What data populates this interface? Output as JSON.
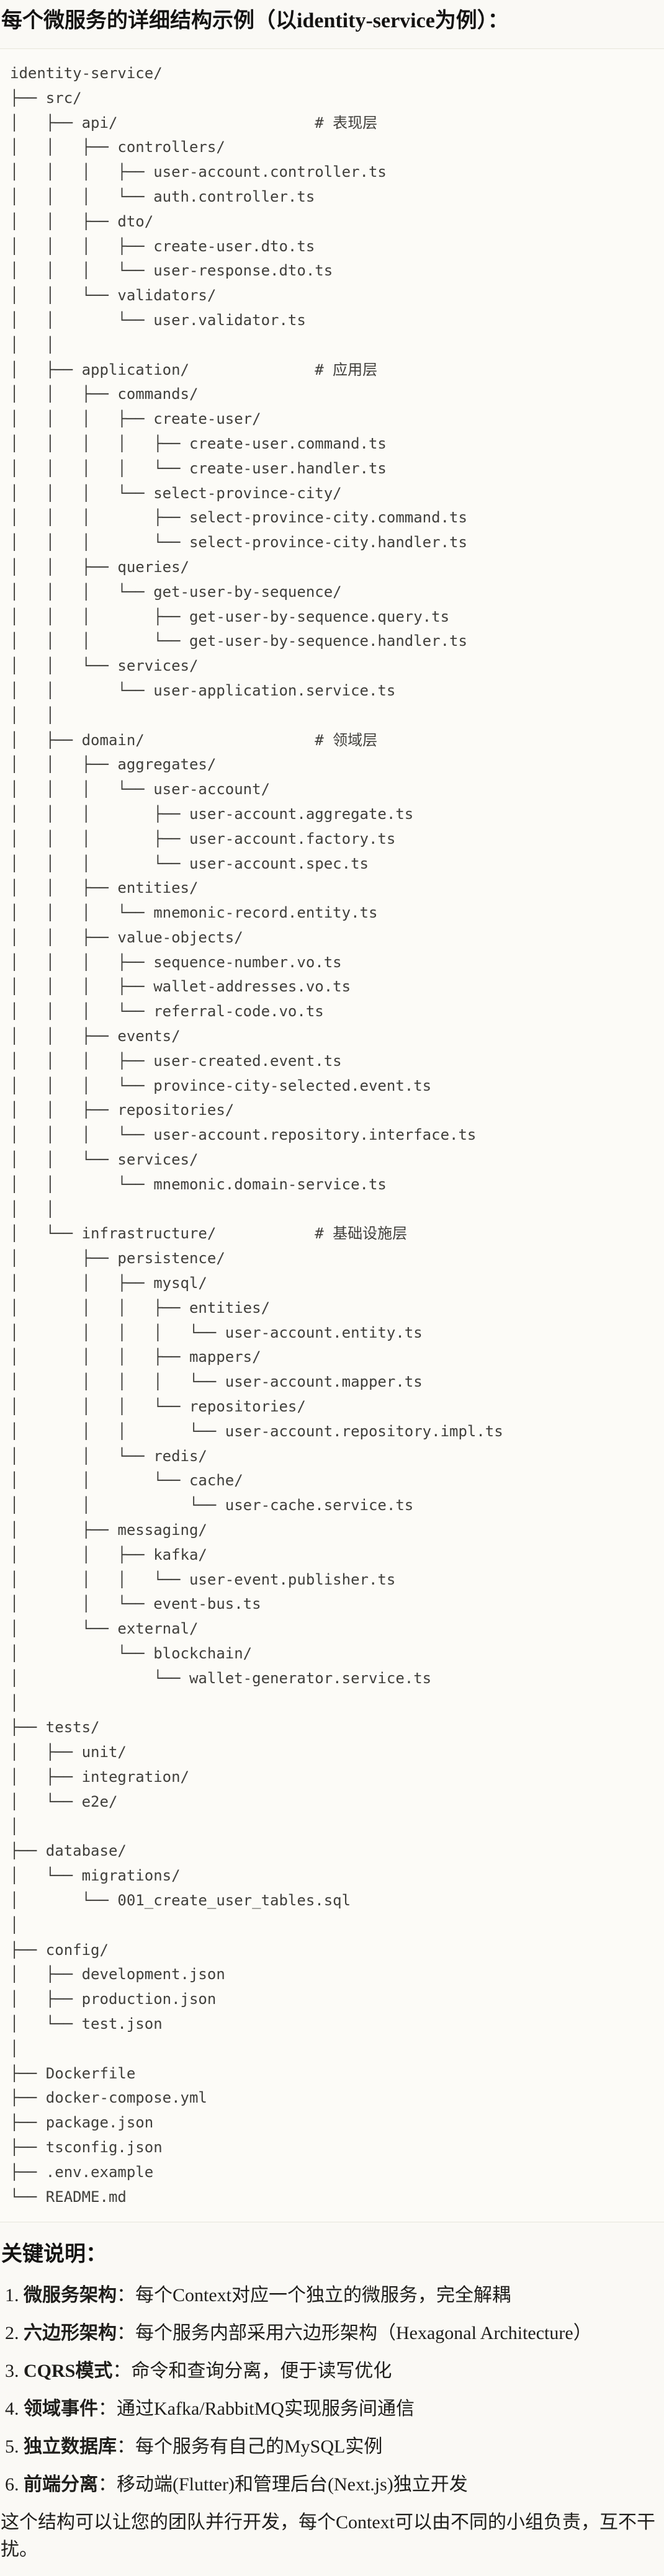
{
  "page": {
    "title": "每个微服务的详细结构示例（以identity-service为例）："
  },
  "code_block": {
    "language": "plaintext",
    "lines": [
      "identity-service/",
      "├── src/",
      "│   ├── api/                      # 表现层",
      "│   │   ├── controllers/",
      "│   │   │   ├── user-account.controller.ts",
      "│   │   │   └── auth.controller.ts",
      "│   │   ├── dto/",
      "│   │   │   ├── create-user.dto.ts",
      "│   │   │   └── user-response.dto.ts",
      "│   │   └── validators/",
      "│   │       └── user.validator.ts",
      "│   │",
      "│   ├── application/              # 应用层",
      "│   │   ├── commands/",
      "│   │   │   ├── create-user/",
      "│   │   │   │   ├── create-user.command.ts",
      "│   │   │   │   └── create-user.handler.ts",
      "│   │   │   └── select-province-city/",
      "│   │   │       ├── select-province-city.command.ts",
      "│   │   │       └── select-province-city.handler.ts",
      "│   │   ├── queries/",
      "│   │   │   └── get-user-by-sequence/",
      "│   │   │       ├── get-user-by-sequence.query.ts",
      "│   │   │       └── get-user-by-sequence.handler.ts",
      "│   │   └── services/",
      "│   │       └── user-application.service.ts",
      "│   │",
      "│   ├── domain/                   # 领域层",
      "│   │   ├── aggregates/",
      "│   │   │   └── user-account/",
      "│   │   │       ├── user-account.aggregate.ts",
      "│   │   │       ├── user-account.factory.ts",
      "│   │   │       └── user-account.spec.ts",
      "│   │   ├── entities/",
      "│   │   │   └── mnemonic-record.entity.ts",
      "│   │   ├── value-objects/",
      "│   │   │   ├── sequence-number.vo.ts",
      "│   │   │   ├── wallet-addresses.vo.ts",
      "│   │   │   └── referral-code.vo.ts",
      "│   │   ├── events/",
      "│   │   │   ├── user-created.event.ts",
      "│   │   │   └── province-city-selected.event.ts",
      "│   │   ├── repositories/",
      "│   │   │   └── user-account.repository.interface.ts",
      "│   │   └── services/",
      "│   │       └── mnemonic.domain-service.ts",
      "│   │",
      "│   └── infrastructure/           # 基础设施层",
      "│       ├── persistence/",
      "│       │   ├── mysql/",
      "│       │   │   ├── entities/",
      "│       │   │   │   └── user-account.entity.ts",
      "│       │   │   ├── mappers/",
      "│       │   │   │   └── user-account.mapper.ts",
      "│       │   │   └── repositories/",
      "│       │   │       └── user-account.repository.impl.ts",
      "│       │   └── redis/",
      "│       │       └── cache/",
      "│       │           └── user-cache.service.ts",
      "│       ├── messaging/",
      "│       │   ├── kafka/",
      "│       │   │   └── user-event.publisher.ts",
      "│       │   └── event-bus.ts",
      "│       └── external/",
      "│           └── blockchain/",
      "│               └── wallet-generator.service.ts",
      "│",
      "├── tests/",
      "│   ├── unit/",
      "│   ├── integration/",
      "│   └── e2e/",
      "│",
      "├── database/",
      "│   └── migrations/",
      "│       └── 001_create_user_tables.sql",
      "│",
      "├── config/",
      "│   ├── development.json",
      "│   ├── production.json",
      "│   └── test.json",
      "│",
      "├── Dockerfile",
      "├── docker-compose.yml",
      "├── package.json",
      "├── tsconfig.json",
      "├── .env.example",
      "└── README.md"
    ]
  },
  "notes": {
    "heading": "关键说明：",
    "items": [
      {
        "term": "微服务架构",
        "desc": "：每个Context对应一个独立的微服务，完全解耦"
      },
      {
        "term": "六边形架构",
        "desc": "：每个服务内部采用六边形架构（Hexagonal Architecture）"
      },
      {
        "term": "CQRS模式",
        "desc": "：命令和查询分离，便于读写优化"
      },
      {
        "term": "领域事件",
        "desc": "：通过Kafka/RabbitMQ实现服务间通信"
      },
      {
        "term": "独立数据库",
        "desc": "：每个服务有自己的MySQL实例"
      },
      {
        "term": "前端分离",
        "desc": "：移动端(Flutter)和管理后台(Next.js)独立开发"
      }
    ],
    "footer": "这个结构可以让您的团队并行开发，每个Context可以由不同的小组负责，互不干扰。"
  }
}
